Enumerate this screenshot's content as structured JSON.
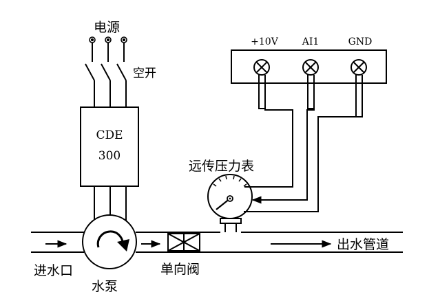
{
  "labels": {
    "power": "电源",
    "breaker": "空开",
    "vfd_line1": "CDE",
    "vfd_line2": "300",
    "gauge": "远传压力表",
    "inlet": "进水口",
    "pump": "水泵",
    "check_valve": "单向阀",
    "outlet": "出水管道"
  },
  "terminals": [
    "+10V",
    "AI1",
    "GND"
  ]
}
